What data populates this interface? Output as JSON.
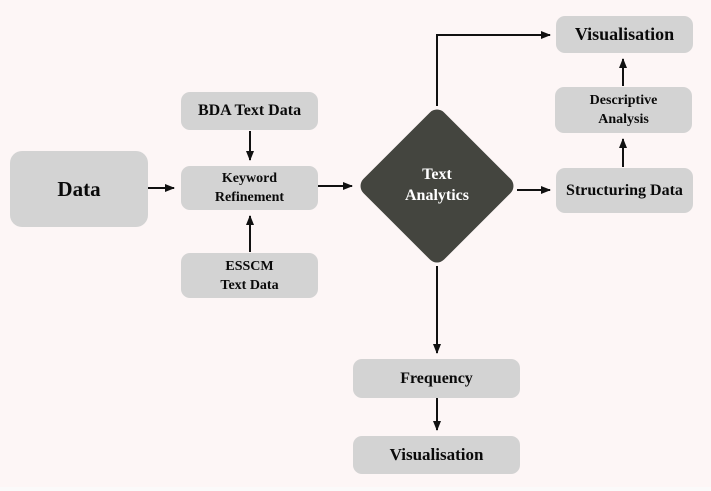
{
  "diagram": {
    "type": "flowchart",
    "colors": {
      "background": "#fdf6f6",
      "node_fill": "#d3d3d3",
      "diamond_fill": "#44453f",
      "arrow": "#111111",
      "node_text": "#0a0a0a",
      "diamond_text": "#ffffff"
    },
    "nodes": {
      "data": "Data",
      "bda_text_data": "BDA Text Data",
      "keyword_refinement": "Keyword\nRefinement",
      "esscm_text_data": "ESSCM\nText Data",
      "text_analytics": "Text\nAnalytics",
      "visualisation_top": "Visualisation",
      "descriptive_analysis": "Descriptive\nAnalysis",
      "structuring_data": "Structuring Data",
      "frequency": "Frequency",
      "visualisation_bottom": "Visualisation"
    },
    "edges": [
      "data -> keyword_refinement",
      "bda_text_data -> keyword_refinement",
      "esscm_text_data -> keyword_refinement",
      "keyword_refinement -> text_analytics",
      "text_analytics -> visualisation_top",
      "text_analytics -> structuring_data",
      "structuring_data -> descriptive_analysis",
      "descriptive_analysis -> visualisation_top",
      "text_analytics -> frequency",
      "frequency -> visualisation_bottom"
    ]
  }
}
